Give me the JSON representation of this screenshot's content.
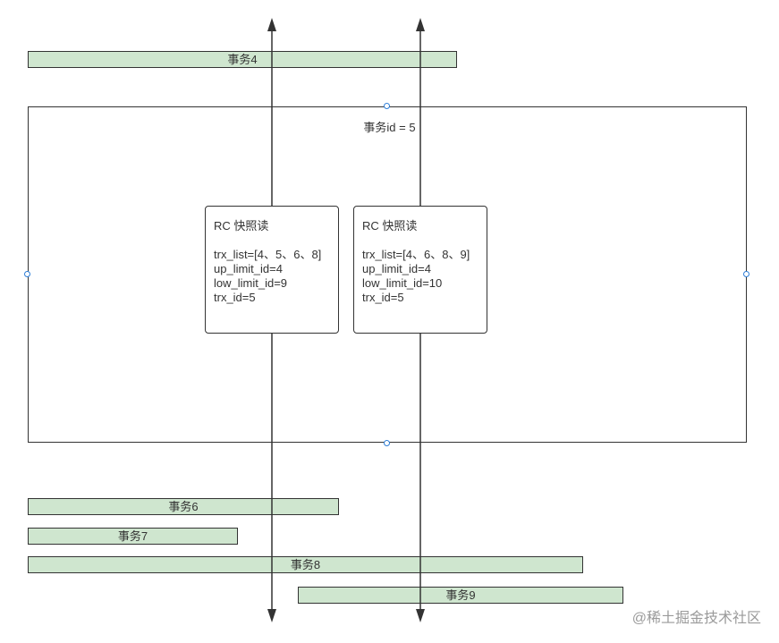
{
  "transactions": {
    "t4": "事务4",
    "t6": "事务6",
    "t7": "事务7",
    "t8": "事务8",
    "t9": "事务9"
  },
  "frame": {
    "label": "事务id = 5"
  },
  "snapshots": [
    {
      "title": "RC 快照读",
      "trx_list": "trx_list=[4、5、6、8]",
      "up_limit_id": "up_limit_id=4",
      "low_limit_id": "low_limit_id=9",
      "trx_id": "trx_id=5"
    },
    {
      "title": "RC 快照读",
      "trx_list": "trx_list=[4、6、8、9]",
      "up_limit_id": "up_limit_id=4",
      "low_limit_id": "low_limit_id=10",
      "trx_id": "trx_id=5"
    }
  ],
  "watermark": "@稀土掘金技术社区",
  "colors": {
    "bar_fill": "#cfe6cf",
    "stroke": "#333333",
    "handle": "#2f7fd8"
  }
}
